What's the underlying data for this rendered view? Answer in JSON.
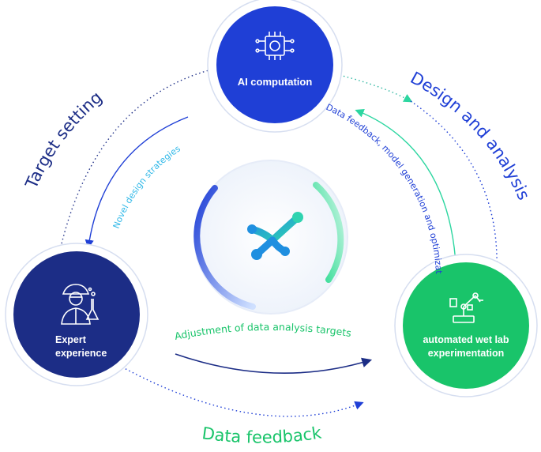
{
  "nodes": {
    "ai": {
      "label": "AI computation",
      "icon": "chip-brain-icon",
      "color": "#1f3fd6"
    },
    "expert": {
      "line1": "Expert",
      "line2": "experience",
      "icon": "scientist-icon",
      "color": "#1c2d86"
    },
    "lab": {
      "line1": "automated wet lab",
      "line2": "experimentation",
      "icon": "robot-arm-icon",
      "color": "#19c46a"
    }
  },
  "phases": {
    "target_setting": "Target setting",
    "design_analysis": "Design and analysis",
    "data_feedback": "Data feedback"
  },
  "flows": {
    "novel_design": "Novel design strategies",
    "model_generation": "Data feedback, model generation and optimization",
    "adjustment": "Adjustment of data analysis targets"
  },
  "center": {
    "icon": "network-logo-icon"
  },
  "colors": {
    "navy": "#1c2d86",
    "blue": "#1f3fd6",
    "green": "#19c46a",
    "mint": "#3fe0b0",
    "cyan": "#2fb8e8"
  }
}
